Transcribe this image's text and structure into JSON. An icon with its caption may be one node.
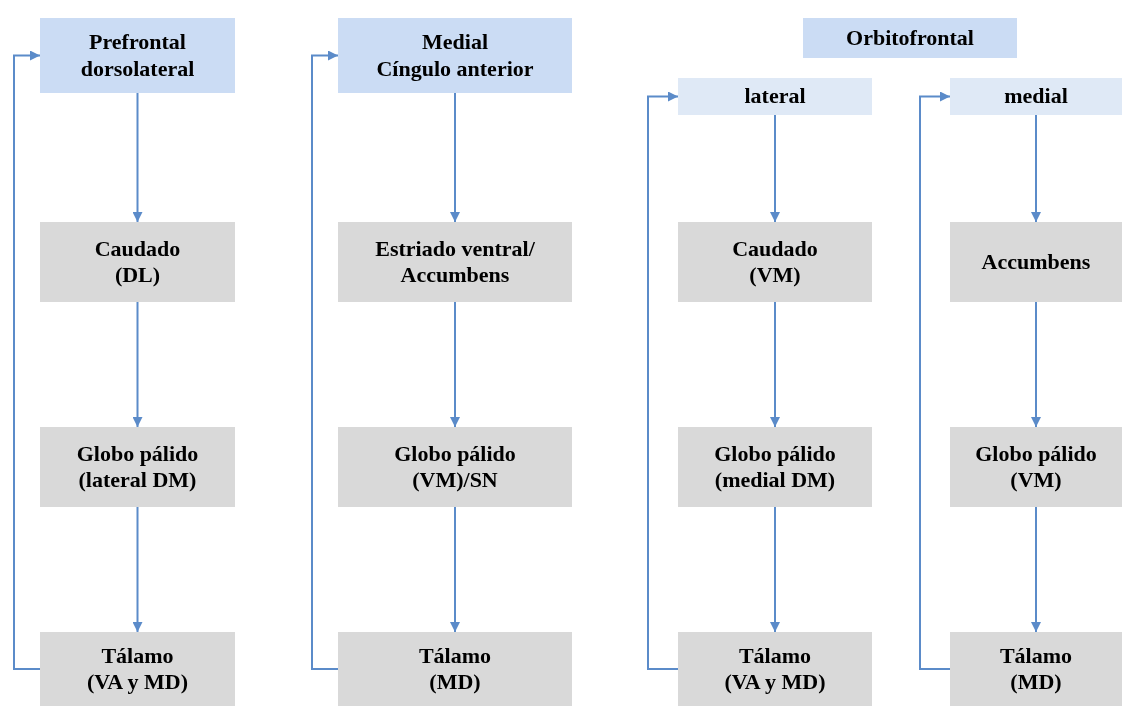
{
  "diagram": {
    "nodes": [
      {
        "text": [
          "Prefrontal dorsolateral"
        ]
      },
      {
        "text": [
          "Caudado",
          "(DL)"
        ]
      },
      {
        "text": [
          "Globo pálido",
          "(lateral DM)"
        ]
      },
      {
        "text": [
          "Tálamo",
          "(VA y MD)"
        ]
      },
      {
        "text": [
          "Medial",
          "Cíngulo anterior"
        ]
      },
      {
        "text": [
          "Estriado ventral/ Accumbens"
        ]
      },
      {
        "text": [
          "Globo pálido",
          "(VM)/SN"
        ]
      },
      {
        "text": [
          "Tálamo",
          "(MD)"
        ]
      },
      {
        "text": [
          "Orbitofrontal"
        ]
      },
      {
        "text": [
          "lateral"
        ]
      },
      {
        "text": [
          "Caudado",
          "(VM)"
        ]
      },
      {
        "text": [
          "Globo pálido",
          "(medial DM)"
        ]
      },
      {
        "text": [
          "Tálamo",
          "(VA y MD)"
        ]
      },
      {
        "text": [
          "medial"
        ]
      },
      {
        "text": [
          "Accumbens"
        ]
      },
      {
        "text": [
          "Globo pálido",
          "(VM)"
        ]
      },
      {
        "text": [
          "Tálamo",
          "(MD)"
        ]
      }
    ],
    "edges": [
      {
        "from": 0,
        "to": 1,
        "arrow": "to"
      },
      {
        "from": 1,
        "to": 2,
        "arrow": "to"
      },
      {
        "from": 2,
        "to": 3,
        "arrow": "to"
      },
      {
        "from": 3,
        "to": 0,
        "arrow": "to"
      },
      {
        "from": 4,
        "to": 5,
        "arrow": "to"
      },
      {
        "from": 5,
        "to": 6,
        "arrow": "to"
      },
      {
        "from": 6,
        "to": 7,
        "arrow": "to"
      },
      {
        "from": 7,
        "to": 4,
        "arrow": "to"
      },
      {
        "from": 9,
        "to": 10,
        "arrow": "to"
      },
      {
        "from": 10,
        "to": 11,
        "arrow": "to"
      },
      {
        "from": 11,
        "to": 12,
        "arrow": "to"
      },
      {
        "from": 12,
        "to": 9,
        "arrow": "to"
      },
      {
        "from": 13,
        "to": 14,
        "arrow": "to"
      },
      {
        "from": 14,
        "to": 15,
        "arrow": "to"
      },
      {
        "from": 15,
        "to": 16,
        "arrow": "to"
      },
      {
        "from": 16,
        "to": 13,
        "arrow": "to"
      }
    ]
  }
}
